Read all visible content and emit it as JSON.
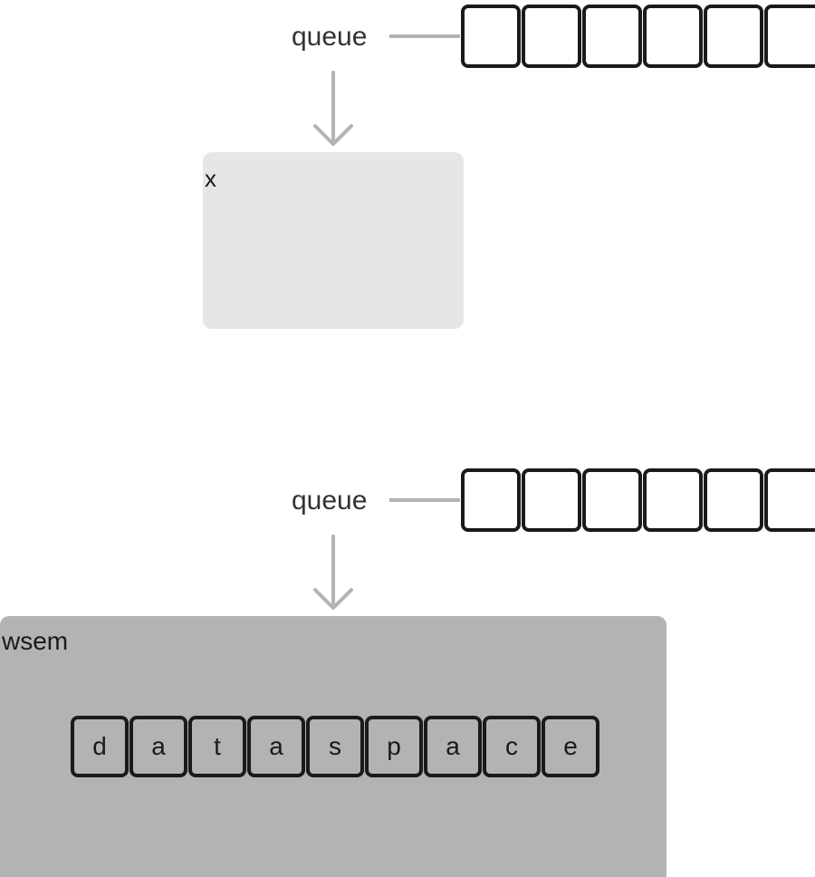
{
  "diagram_top": {
    "queue_label": "queue",
    "queue_slots": [
      "",
      "",
      "",
      "",
      "",
      ""
    ],
    "target_label": "x"
  },
  "diagram_bottom": {
    "queue_label": "queue",
    "queue_slots": [
      "",
      "",
      "",
      "",
      "",
      ""
    ],
    "target_label": "wsem",
    "contents": [
      "d",
      "a",
      "t",
      "a",
      "s",
      "p",
      "a",
      "c",
      "e"
    ]
  },
  "colors": {
    "arrow": "#b3b3b3",
    "cell_border": "#1a1a1a",
    "box_light": "#e6e6e6",
    "box_dark": "#b3b3b3"
  }
}
